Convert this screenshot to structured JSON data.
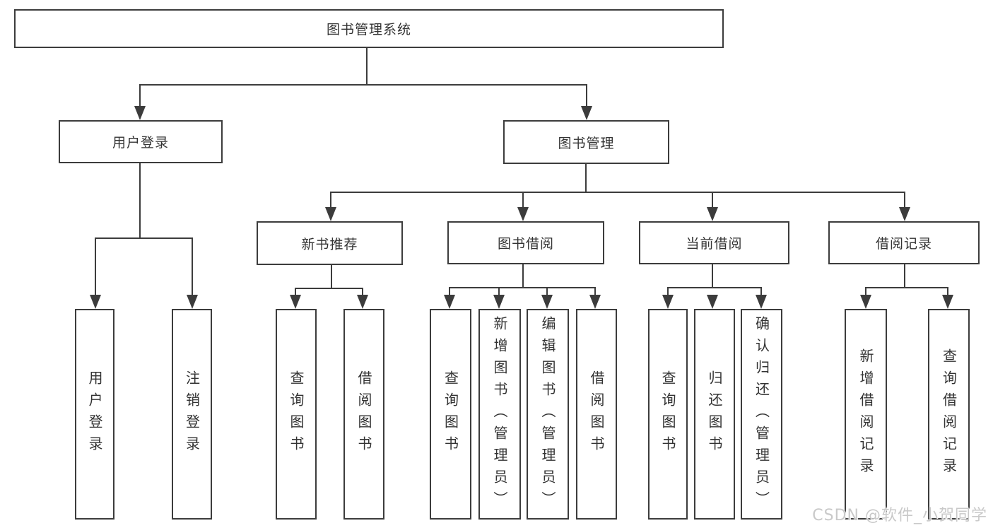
{
  "diagram": {
    "root": {
      "label": "图书管理系统"
    },
    "level2": [
      {
        "label": "用户登录"
      },
      {
        "label": "图书管理"
      }
    ],
    "level3": [
      {
        "label": "新书推荐"
      },
      {
        "label": "图书借阅"
      },
      {
        "label": "当前借阅"
      },
      {
        "label": "借阅记录"
      }
    ],
    "leaves": {
      "login": [
        "用户登录",
        "注销登录"
      ],
      "recommend": [
        "查询图书",
        "借阅图书"
      ],
      "borrow": [
        "查询图书",
        "新增图书（管理员）",
        "编辑图书（管理员）",
        "借阅图书"
      ],
      "current": [
        "查询图书",
        "归还图书",
        "确认归还（管理员）"
      ],
      "records": [
        "新增借阅记录",
        "查询借阅记录"
      ]
    }
  },
  "watermark": {
    "text": "CSDN @软件_小贺同学"
  },
  "colors": {
    "line": "#3c3c3c",
    "text": "#333333",
    "watermark": "#c9c9c9",
    "bg": "#ffffff"
  }
}
